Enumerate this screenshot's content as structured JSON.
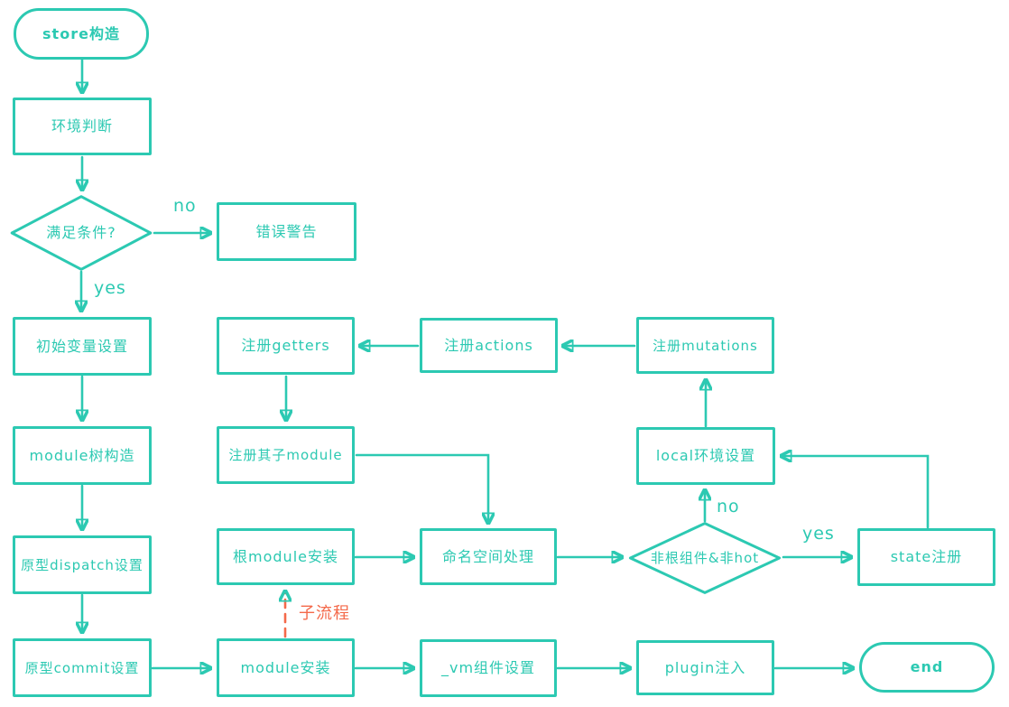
{
  "diagram": {
    "type": "flowchart",
    "colors": {
      "primary": "#2cc9b2",
      "subflow_accent": "#f4694a",
      "background": "#ffffff"
    },
    "nodes": {
      "start": {
        "label": "store构造",
        "shape": "stadium"
      },
      "env_check": {
        "label": "环境判断",
        "shape": "rect"
      },
      "condition": {
        "label": "满足条件?",
        "shape": "diamond"
      },
      "error_warn": {
        "label": "错误警告",
        "shape": "rect"
      },
      "init_vars": {
        "label": "初始变量设置",
        "shape": "rect"
      },
      "module_tree": {
        "label": "module树构造",
        "shape": "rect"
      },
      "proto_dispatch": {
        "label": "原型dispatch设置",
        "shape": "rect"
      },
      "proto_commit": {
        "label": "原型commit设置",
        "shape": "rect"
      },
      "reg_getters": {
        "label": "注册getters",
        "shape": "rect"
      },
      "reg_actions": {
        "label": "注册actions",
        "shape": "rect"
      },
      "reg_mutations": {
        "label": "注册mutations",
        "shape": "rect"
      },
      "reg_child_module": {
        "label": "注册其子module",
        "shape": "rect"
      },
      "local_env": {
        "label": "local环境设置",
        "shape": "rect"
      },
      "root_module_install": {
        "label": "根module安装",
        "shape": "rect"
      },
      "namespace_handling": {
        "label": "命名空间处理",
        "shape": "rect"
      },
      "non_root_not_hot": {
        "label": "非根组件&非hot",
        "shape": "diamond"
      },
      "state_register": {
        "label": "state注册",
        "shape": "rect"
      },
      "module_install": {
        "label": "module安装",
        "shape": "rect"
      },
      "vm_component_setup": {
        "label": "_vm组件设置",
        "shape": "rect"
      },
      "plugin_inject": {
        "label": "plugin注入",
        "shape": "rect"
      },
      "end": {
        "label": "end",
        "shape": "stadium"
      }
    },
    "edge_labels": {
      "condition_no": "no",
      "condition_yes": "yes",
      "hot_no": "no",
      "hot_yes": "yes",
      "subflow": "子流程"
    }
  }
}
